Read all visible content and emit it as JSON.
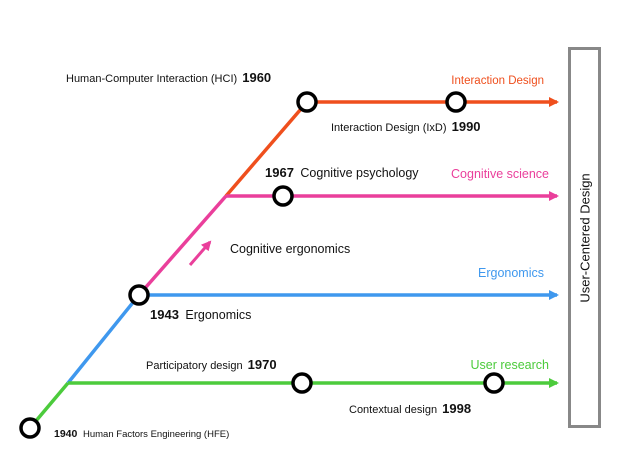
{
  "colors": {
    "green": "#4ccb3c",
    "blue": "#3f98ee",
    "pink": "#ea3f9b",
    "orange": "#ef4f1d",
    "box_border": "#888888",
    "node_stroke": "#000000"
  },
  "labels": {
    "hfe_year": "1940",
    "hfe_text": "Human Factors Engineering (HFE)",
    "participatory_text": "Participatory design",
    "participatory_year": "1970",
    "user_research": "User research",
    "contextual_text": "Contextual design",
    "contextual_year": "1998",
    "ergonomics_year": "1943",
    "ergonomics_text": "Ergonomics",
    "ergonomics_end": "Ergonomics",
    "cog_ergonomics": "Cognitive ergonomics",
    "cog_psych_year": "1967",
    "cog_psych_text": "Cognitive psychology",
    "cog_science": "Cognitive science",
    "hci_text": "Human-Computer Interaction (HCI)",
    "hci_year": "1960",
    "ixd_end": "Interaction Design",
    "ixd_text": "Interaction Design (IxD)",
    "ixd_year": "1990"
  },
  "side_box": {
    "label": "User-Centered Design"
  }
}
